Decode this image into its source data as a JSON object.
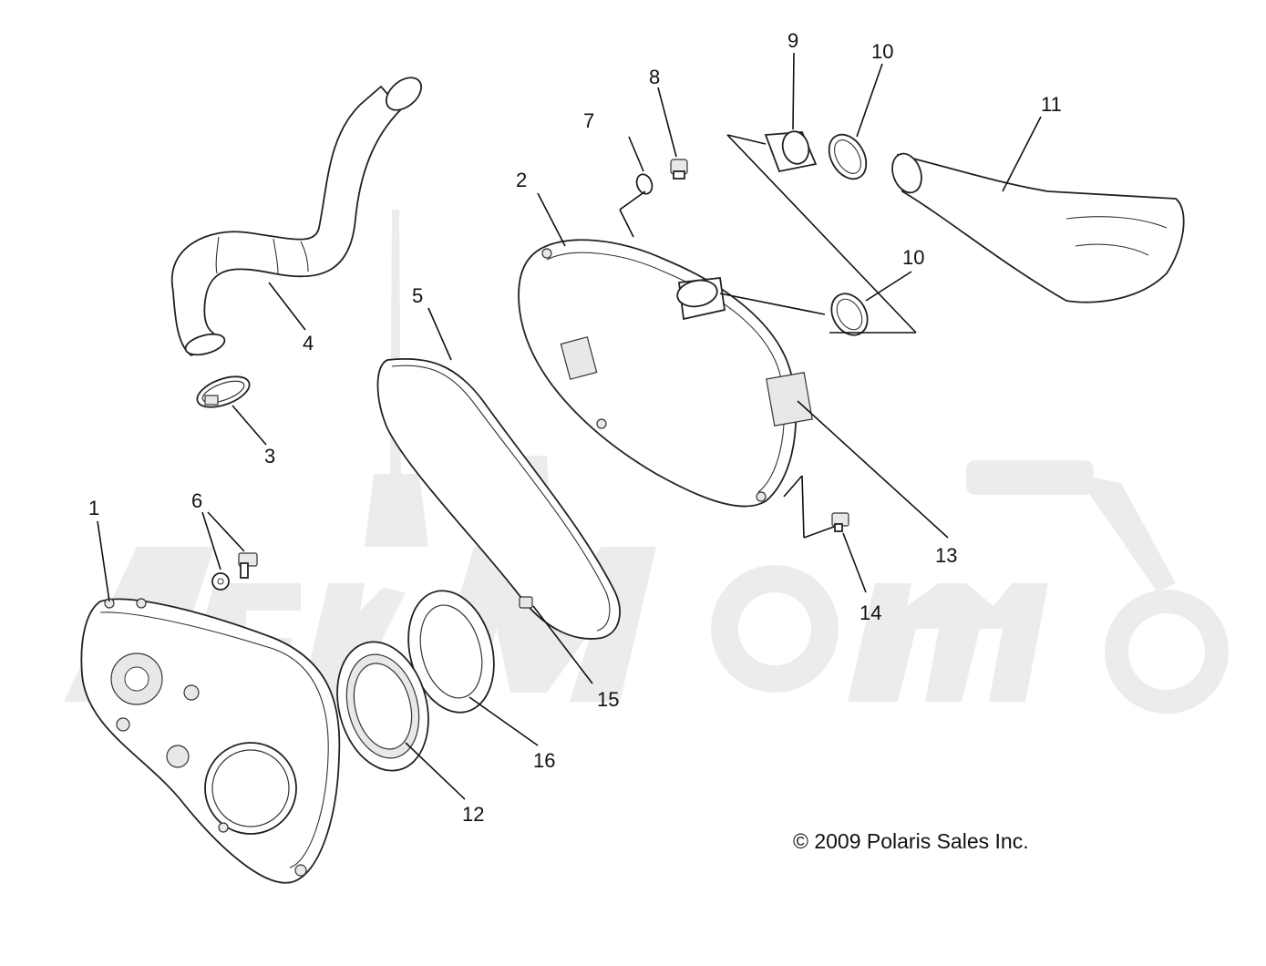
{
  "diagram": {
    "callouts": [
      {
        "id": "1",
        "label": "1"
      },
      {
        "id": "2",
        "label": "2"
      },
      {
        "id": "3",
        "label": "3"
      },
      {
        "id": "4",
        "label": "4"
      },
      {
        "id": "5",
        "label": "5"
      },
      {
        "id": "6",
        "label": "6"
      },
      {
        "id": "7",
        "label": "7"
      },
      {
        "id": "8",
        "label": "8"
      },
      {
        "id": "9",
        "label": "9"
      },
      {
        "id": "10a",
        "label": "10"
      },
      {
        "id": "10b",
        "label": "10"
      },
      {
        "id": "11",
        "label": "11"
      },
      {
        "id": "12",
        "label": "12"
      },
      {
        "id": "13",
        "label": "13"
      },
      {
        "id": "14",
        "label": "14"
      },
      {
        "id": "15",
        "label": "15"
      },
      {
        "id": "16",
        "label": "16"
      }
    ],
    "copyright": "© 2009 Polaris Sales Inc."
  }
}
